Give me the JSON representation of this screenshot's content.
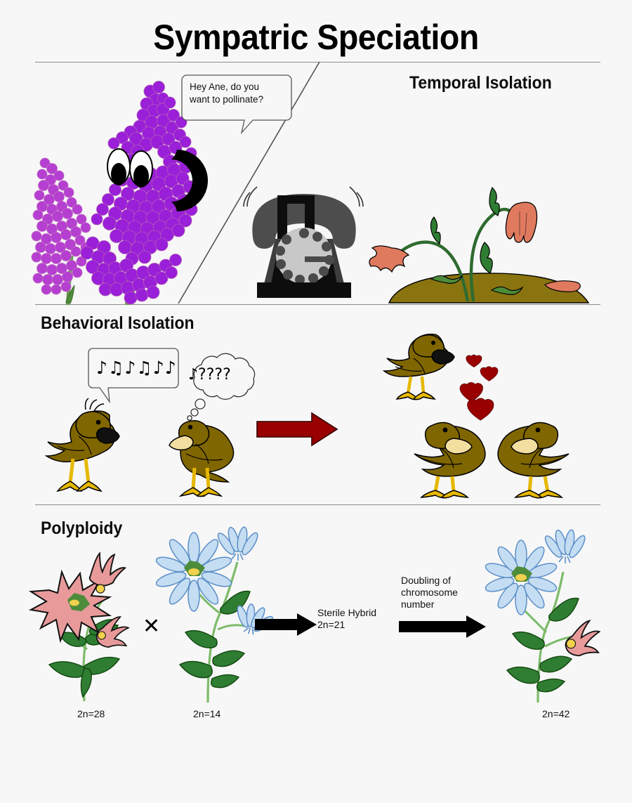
{
  "title": "Sympatric Speciation",
  "sections": [
    {
      "id": "temporal",
      "heading": "Temporal Isolation",
      "bubble": "Hey Ane, do you want to pollinate?",
      "icons": [
        "purple-flower-spike-with-face",
        "ringing-rotary-telephone",
        "wilted-plants-on-soil-mound"
      ]
    },
    {
      "id": "behavioral",
      "heading": "Behavioral Isolation",
      "song_notes": "♪♫♪♫♪♪",
      "thought_notes": "♪????",
      "arrow_color": "#990000",
      "icons": [
        "singing-bird",
        "confused-bird",
        "lone-bird",
        "kissing-bird-pair",
        "hearts"
      ]
    },
    {
      "id": "polyploidy",
      "heading": "Polyploidy",
      "parent_a_label": "2n=28",
      "parent_b_label": "2n=14",
      "cross_symbol": "✕",
      "hybrid_label": "Sterile Hybrid\n2n=21",
      "doubling_label": "Doubling of\nchromosome\nnumber",
      "result_label": "2n=42"
    }
  ],
  "colors": {
    "background": "#f7f7f7",
    "divider": "#8d8d8d",
    "purple_flower": "#9a1fd8",
    "purple_flower_alt": "#b53fd0",
    "phone_body": "#0d0d0d",
    "phone_handset": "#4d4d4d",
    "phone_dial": "#c8c8c8",
    "soil": "#8a7410",
    "wilted_flower": "#e07a5f",
    "stem_green": "#2f6b2f",
    "bird_body": "#806600",
    "bird_leg": "#e6b800",
    "bird_beak": "#f2dfa0",
    "heart": "#990000",
    "red_arrow": "#990000",
    "pink_flower": "#e89a9a",
    "blue_flower": "#c5ddf2",
    "blue_outline": "#5b8fc9",
    "leaf_green": "#2f7d32",
    "light_stem": "#7dbb6a",
    "flower_center_yellow": "#f2d14e"
  }
}
